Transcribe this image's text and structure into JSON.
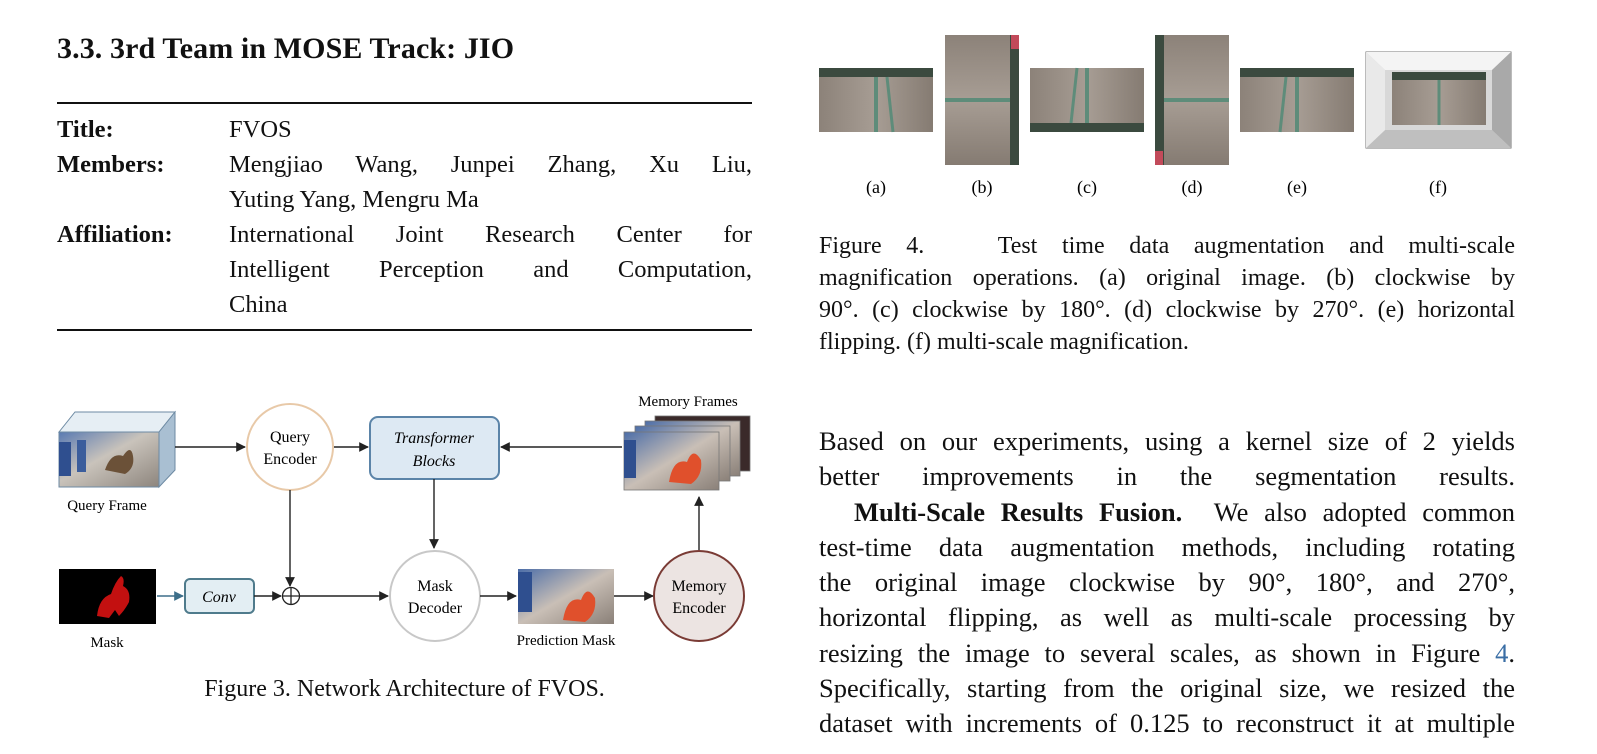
{
  "section": {
    "heading": "3.3. 3rd Team in MOSE Track: JIO"
  },
  "team_info": {
    "title_label": "Title:",
    "title_value": "FVOS",
    "members_label": "Members:",
    "members_lines": [
      "Mengjiao Wang, Junpei Zhang, Xu Liu,",
      "Yuting Yang, Mengru Ma"
    ],
    "affiliation_label": "Affiliation:",
    "affiliation_lines": [
      "International Joint Research Center for",
      "Intelligent Perception and Computation,",
      "China"
    ]
  },
  "figure3": {
    "labels": {
      "query_frame": "Query Frame",
      "query_encoder_1": "Query",
      "query_encoder_2": "Encoder",
      "transformer_1": "Transformer",
      "transformer_2": "Blocks",
      "memory_frames": "Memory Frames",
      "mask": "Mask",
      "conv": "Conv",
      "mask_decoder_1": "Mask",
      "mask_decoder_2": "Decoder",
      "prediction_mask": "Prediction Mask",
      "memory_encoder_1": "Memory",
      "memory_encoder_2": "Encoder"
    },
    "colors": {
      "query_encoder_stroke": "#e8c9a8",
      "transformer_fill": "#dde9f3",
      "transformer_stroke": "#5b84a8",
      "conv_fill": "#e3eef3",
      "conv_stroke": "#4f7b8c",
      "mask_decoder_stroke": "#c8c8c8",
      "memory_encoder_fill": "#ece4e2",
      "memory_encoder_stroke": "#7a3b35"
    },
    "caption": "Figure 3. Network Architecture of FVOS."
  },
  "figure4": {
    "panel_labels": [
      "(a)",
      "(b)",
      "(c)",
      "(d)",
      "(e)",
      "(f)"
    ],
    "caption_lines": [
      "Figure 4.   Test time data augmentation and multi-scale",
      "magnification operations. (a) original image. (b) clockwise by",
      "90°. (c) clockwise by 180°. (d) clockwise by 270°. (e) horizontal",
      "flipping. (f) multi-scale magnification."
    ]
  },
  "body": {
    "para1_lines": [
      "Based on our experiments, using a kernel size of 2 yields",
      "better improvements in the segmentation results."
    ],
    "para2_lead": "Multi-Scale Results Fusion.",
    "para2_line1_rest": "We also adopted common",
    "para2_lines": [
      "test-time data augmentation methods, including rotating",
      "the original image clockwise by 90°, 180°, and 270°,",
      "horizontal flipping, as well as multi-scale processing by"
    ],
    "para2_line5_text": "resizing the image to several scales, as shown in Figure",
    "para2_line5_ref": "4",
    "para2_line5_end": ".",
    "para2_tail_lines": [
      "Specifically, starting from the original size, we resized the",
      "dataset with increments of 0.125 to reconstruct it at multiple"
    ]
  }
}
